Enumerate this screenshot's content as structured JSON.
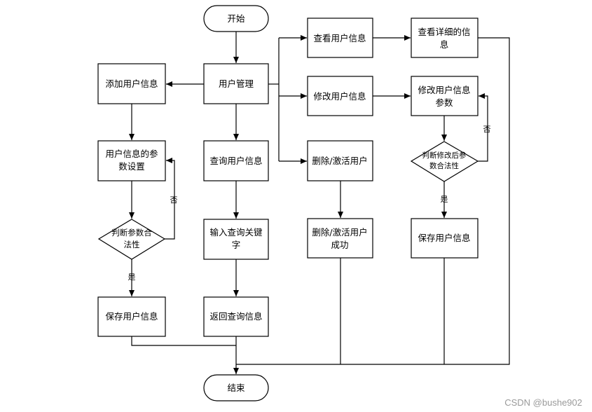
{
  "diagram": {
    "start": "开始",
    "end": "结束",
    "user_management": "用户管理",
    "add_user": "添加用户信息",
    "add_params": [
      "用户信息的参",
      "数设置"
    ],
    "add_check": [
      "判断参数合",
      "法性"
    ],
    "add_save": "保存用户信息",
    "query_user": "查询用户信息",
    "query_input": [
      "输入查询关键",
      "字"
    ],
    "query_result": "返回查询信息",
    "view_user": "查看用户信息",
    "view_detail": [
      "查看详细的信",
      "息"
    ],
    "modify_user": "修改用户信息",
    "modify_params": [
      "修改用户信息",
      "参数"
    ],
    "modify_check": [
      "判断修改后参",
      "数合法性"
    ],
    "modify_save": "保存用户信息",
    "delete_user": "删除/激活用户",
    "delete_done": [
      "删除/激活用户",
      "成功"
    ],
    "yes_label": "是",
    "no_label": "否"
  },
  "watermark": "CSDN @bushe902"
}
